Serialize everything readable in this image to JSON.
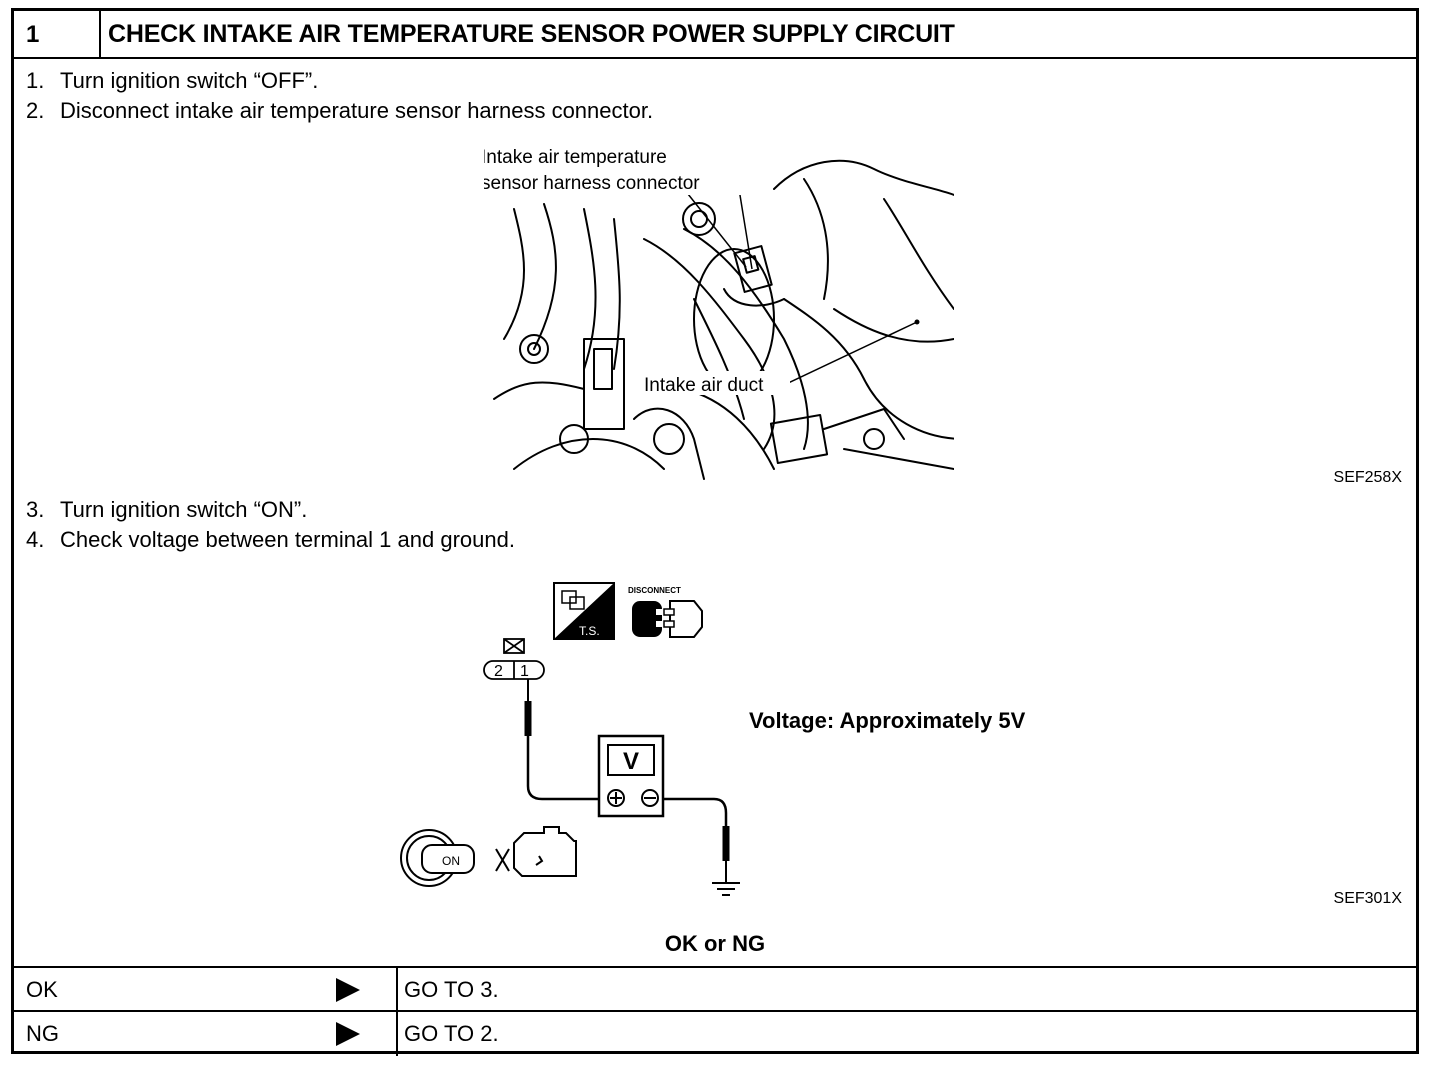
{
  "header": {
    "step_number": "1",
    "title": "CHECK INTAKE AIR TEMPERATURE SENSOR POWER SUPPLY CIRCUIT"
  },
  "steps_before": [
    {
      "num": "1.",
      "text": "Turn ignition switch “OFF”."
    },
    {
      "num": "2.",
      "text": "Disconnect intake air temperature sensor harness connector."
    }
  ],
  "figure1": {
    "label_connector_line1": "Intake air temperature",
    "label_connector_line2": "sensor harness connector",
    "label_duct": "Intake air duct",
    "code": "SEF258X"
  },
  "steps_after": [
    {
      "num": "3.",
      "text": "Turn ignition switch “ON”."
    },
    {
      "num": "4.",
      "text": "Check voltage between terminal 1 and ground."
    }
  ],
  "figure2": {
    "ts_label": "T.S.",
    "disconnect_label": "DISCONNECT",
    "terminal_2": "2",
    "terminal_1": "1",
    "meter_label": "V",
    "key_label": "ON",
    "spec": "Voltage: Approximately 5V",
    "code": "SEF301X"
  },
  "judgement": "OK or NG",
  "results": [
    {
      "label": "OK",
      "action": "GO TO 3."
    },
    {
      "label": "NG",
      "action": "GO TO 2."
    }
  ]
}
